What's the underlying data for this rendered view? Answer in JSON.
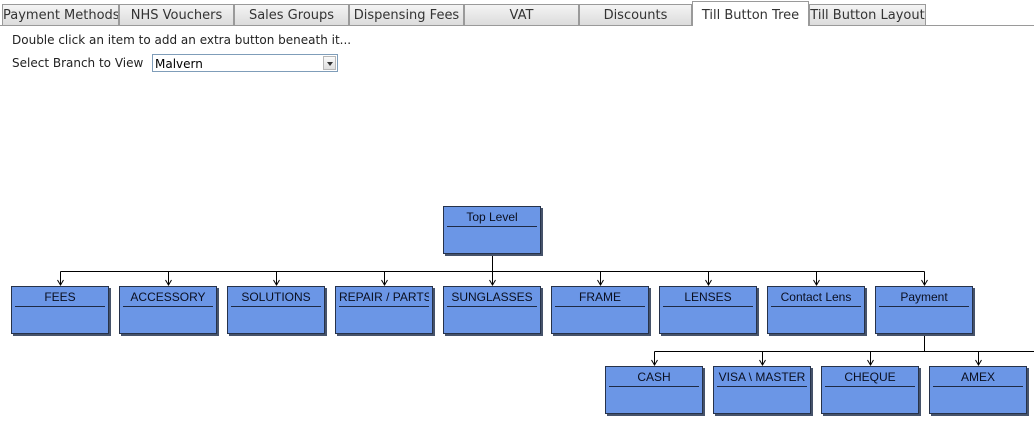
{
  "tabs": [
    {
      "label": "Payment Methods",
      "active": false
    },
    {
      "label": "NHS Vouchers",
      "active": false
    },
    {
      "label": "Sales Groups",
      "active": false
    },
    {
      "label": "Dispensing Fees",
      "active": false
    },
    {
      "label": "VAT",
      "active": false
    },
    {
      "label": "Discounts",
      "active": false
    },
    {
      "label": "Till Button Tree",
      "active": true
    },
    {
      "label": "Till Button Layout",
      "active": false
    }
  ],
  "hint": "Double click an item to add an extra button beneath it...",
  "branch": {
    "label": "Select Branch to View",
    "selected": "Malvern"
  },
  "tree": {
    "root": "Top Level",
    "level1": [
      "FEES",
      "ACCESSORY",
      "SOLUTIONS",
      "REPAIR / PARTS",
      "SUNGLASSES",
      "FRAME",
      "LENSES",
      "Contact Lens",
      "Payment"
    ],
    "payment_children": [
      "CASH",
      "VISA \\ MASTER",
      "CHEQUE",
      "AMEX"
    ]
  },
  "colors": {
    "node_fill": "#6b96e6",
    "node_border": "#26324a",
    "connector": "#000000"
  }
}
